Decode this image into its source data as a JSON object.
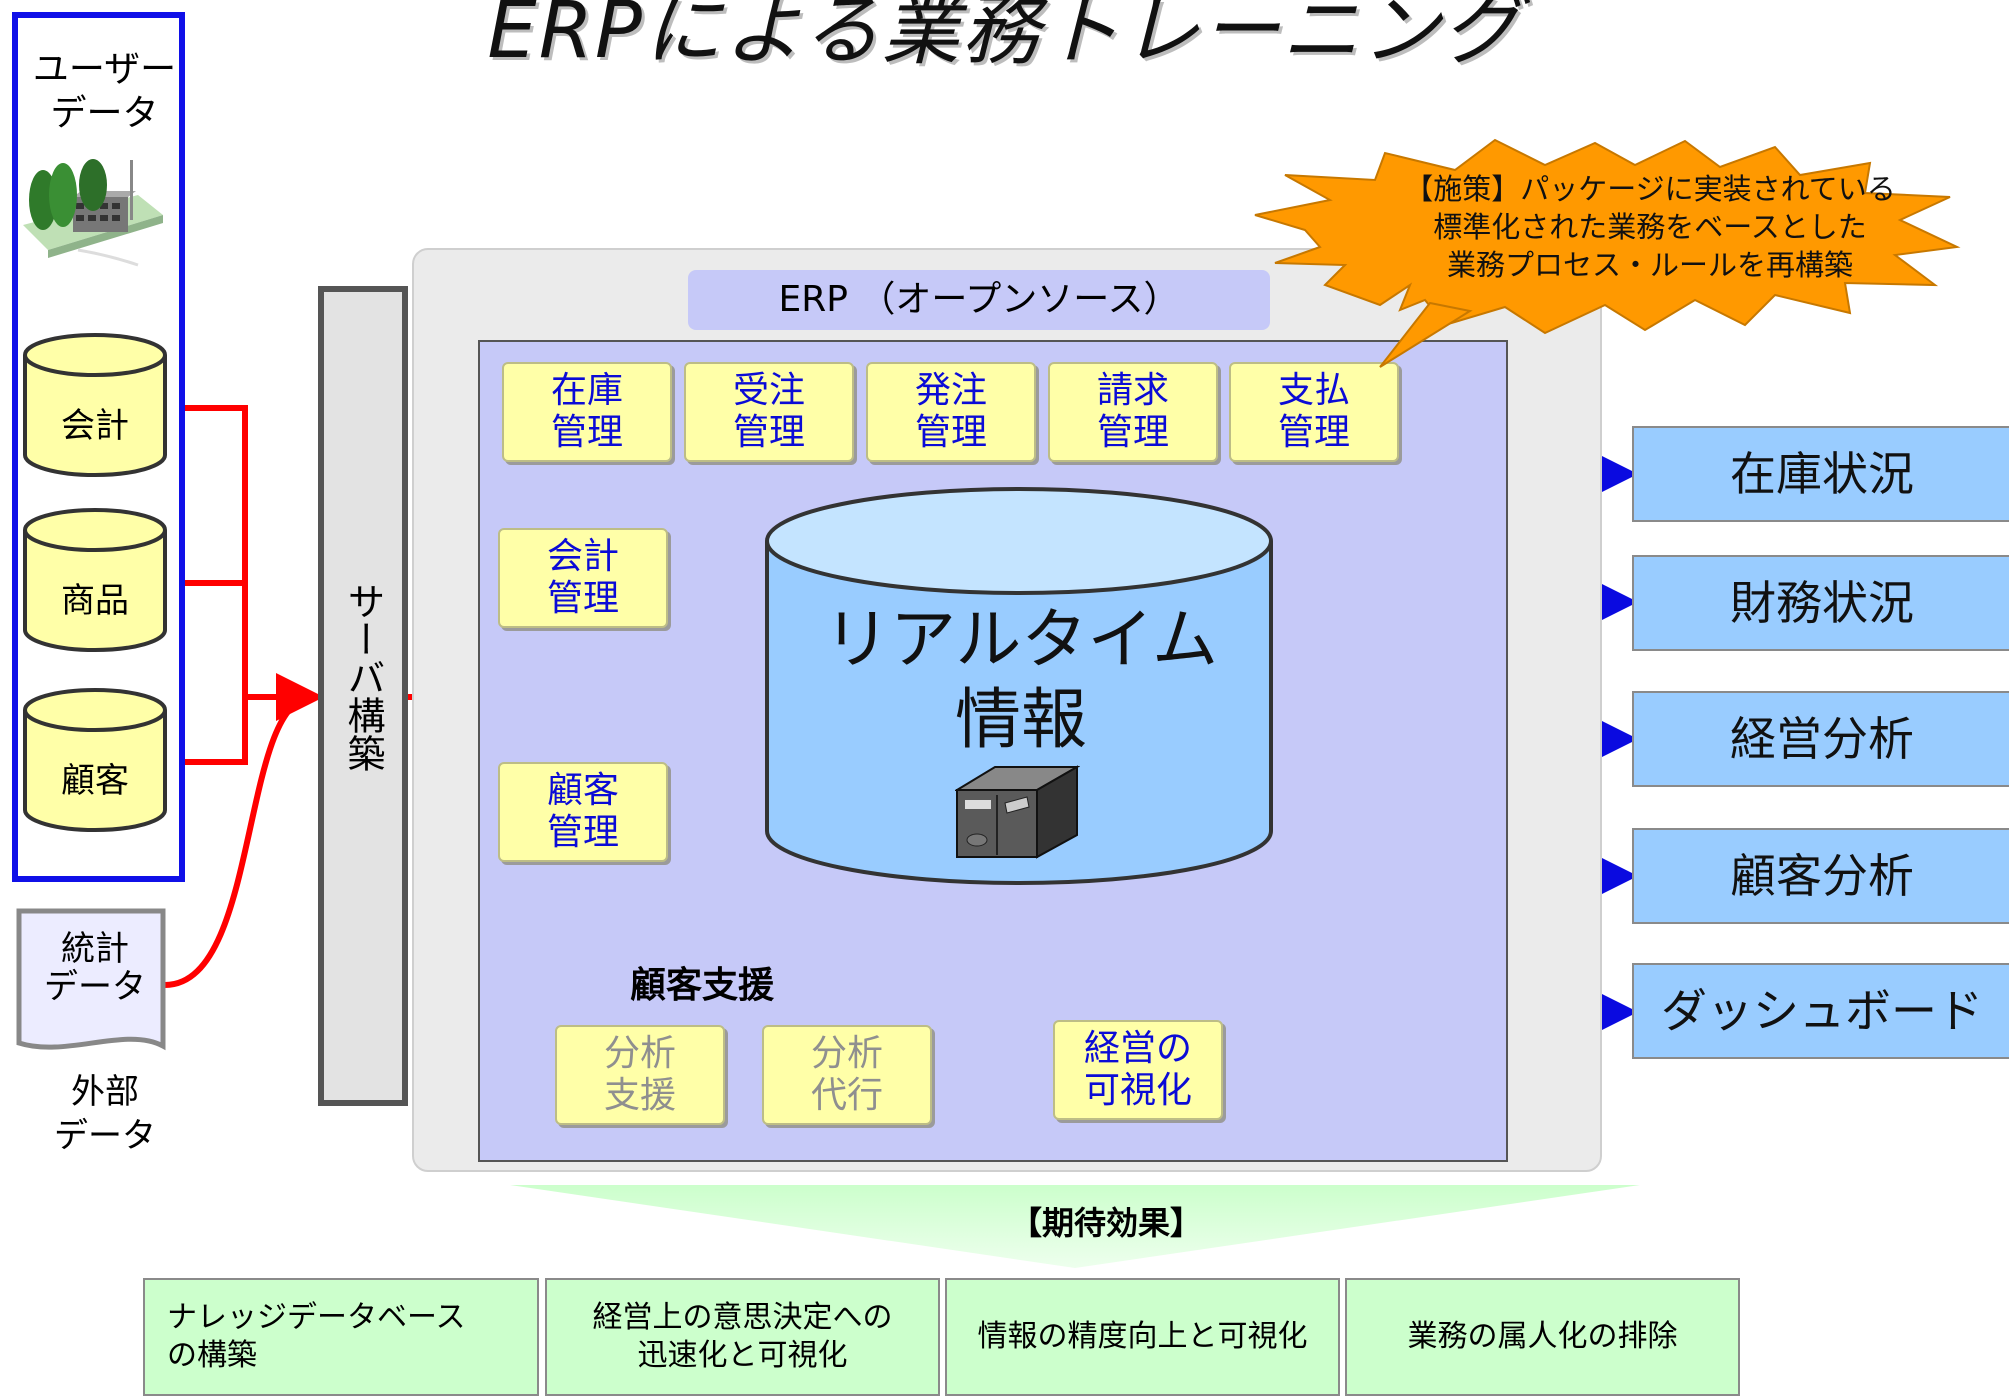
{
  "title": "ERPによる業務トレーニング",
  "user_data": {
    "title": "ユーザー\nデータ",
    "databases": [
      "会計",
      "商品",
      "顧客"
    ]
  },
  "external": {
    "stats": "統計\nデータ",
    "label": "外部\nデータ"
  },
  "server": {
    "label": "サーバ構築"
  },
  "erp": {
    "header": "ERP （オープンソース）",
    "modules_top": [
      "在庫\n管理",
      "受注\n管理",
      "発注\n管理",
      "請求\n管理",
      "支払\n管理"
    ],
    "module_accounting": "会計\n管理",
    "module_customer": "顧客\n管理",
    "realtime": "リアルタイム\n情報",
    "support_label": "顧客支援",
    "support_modules": [
      "分析\n支援",
      "分析\n代行"
    ],
    "visualization": "経営の\n可視化"
  },
  "callout": "【施策】パッケージに実装されている\n標準化された業務をベースとした\n業務プロセス・ルールを再構築",
  "outputs": [
    "在庫状況",
    "財務状況",
    "経営分析",
    "顧客分析",
    "ダッシュボード"
  ],
  "effects": {
    "label": "【期待効果】",
    "items": [
      "ナレッジデータベース\nの構築",
      "経営上の意思決定への\n迅速化と可視化",
      "情報の精度向上と可視化",
      "業務の属人化の排除"
    ]
  },
  "colors": {
    "user_border": "#1010e8",
    "red_arrow": "#ff0000",
    "blue_arrow": "#0a0ae0",
    "module_fill": "#ffffa8",
    "erp_fill": "#c6c9f8",
    "db_fill": "#99ccff",
    "callout_fill": "#ff9900",
    "effect_fill": "#ccffcc"
  }
}
